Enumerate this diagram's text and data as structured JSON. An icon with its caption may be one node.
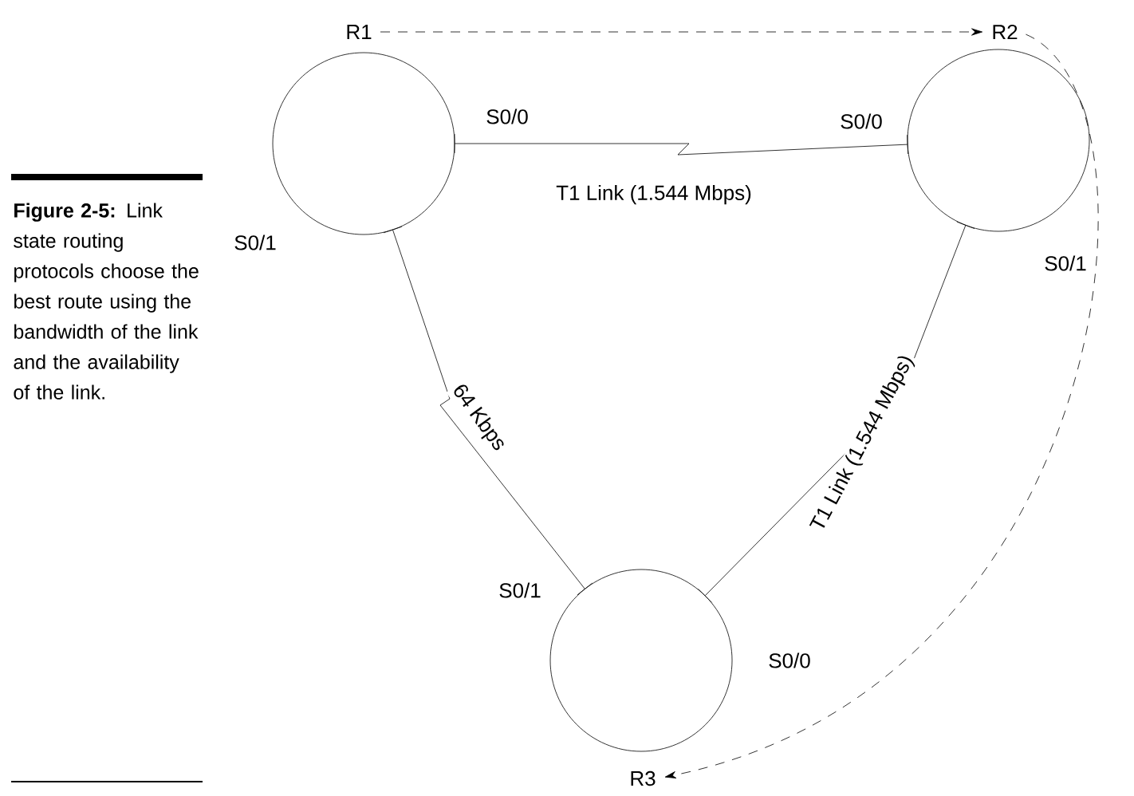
{
  "diagram": {
    "caption": "**Figure 2-5:** Link state routing protocols choose the best route using the bandwidth of the link and the availability of the link.",
    "nodes": [
      {
        "text": [
          "R1"
        ],
        "beside": [
          "S0/0",
          "S0/1"
        ]
      },
      {
        "text": [
          "R2"
        ],
        "beside": [
          "S0/0",
          "S0/1"
        ]
      },
      {
        "text": [
          "R3"
        ],
        "beside": [
          "S0/1",
          "S0/0"
        ]
      }
    ],
    "edges": [
      {
        "from": 0,
        "to": 1,
        "arrow": "none",
        "label": "T1 Link (1.544 Mbps)"
      },
      {
        "from": 0,
        "to": 2,
        "arrow": "none",
        "label": "64 Kbps"
      },
      {
        "from": 1,
        "to": 2,
        "arrow": "none",
        "label": "T1 Link (1.544 Mbps)"
      },
      {
        "from": 0,
        "to": 1,
        "arrow": "to",
        "style": "dashed"
      },
      {
        "from": 1,
        "to": 2,
        "arrow": "to",
        "style": "dashed"
      }
    ]
  }
}
